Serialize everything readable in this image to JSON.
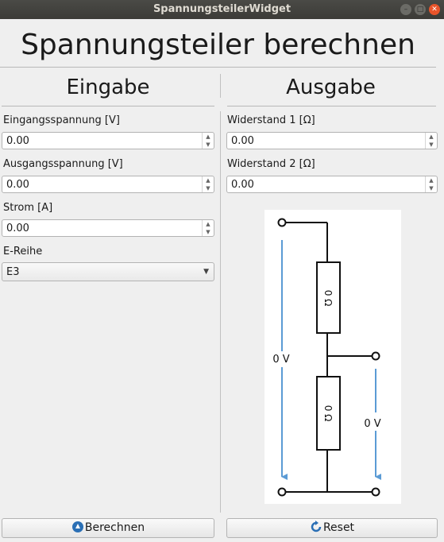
{
  "window": {
    "title": "SpannungsteilerWidget"
  },
  "heading": "Spannungsteiler berechnen",
  "input": {
    "title": "Eingabe",
    "eingangsspannung": {
      "label": "Eingangsspannung [V]",
      "value": "0.00"
    },
    "ausgangsspannung": {
      "label": "Ausgangsspannung [V]",
      "value": "0.00"
    },
    "strom": {
      "label": "Strom [A]",
      "value": "0.00"
    },
    "ereihe": {
      "label": "E-Reihe",
      "selected": "E3"
    }
  },
  "output": {
    "title": "Ausgabe",
    "widerstand1": {
      "label": "Widerstand 1 [Ω]",
      "value": "0.00"
    },
    "widerstand2": {
      "label": "Widerstand 2 [Ω]",
      "value": "0.00"
    }
  },
  "diagram": {
    "r1_label": "0 Ω",
    "r2_label": "0 Ω",
    "v_in_label": "0 V",
    "v_out_label": "0 V",
    "wire_color": "#111111",
    "arrow_color": "#5b9bd5"
  },
  "buttons": {
    "berechnen": "Berechnen",
    "reset": "Reset"
  },
  "colors": {
    "titlebar": "#3c3b37",
    "close": "#e9542a",
    "background": "#efefef"
  }
}
